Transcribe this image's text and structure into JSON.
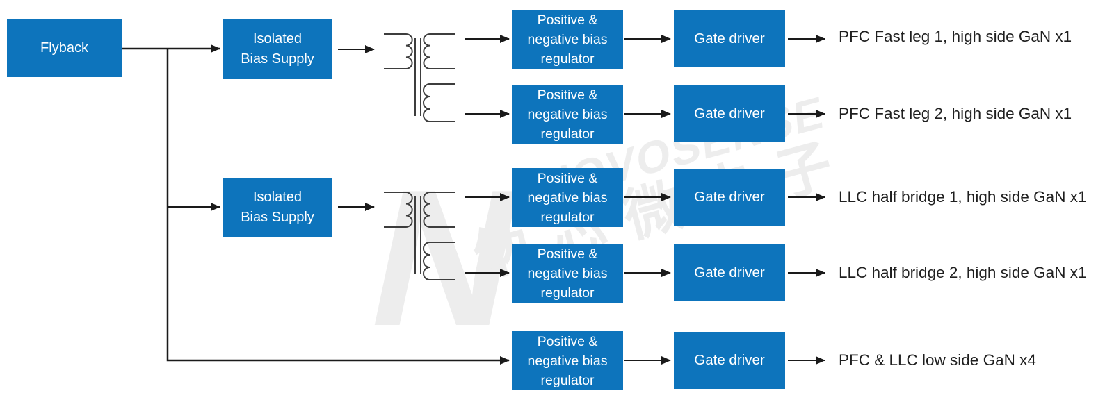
{
  "diagram": {
    "flyback": "Flyback",
    "isolated_bias_supply": {
      "line1": "Isolated",
      "line2": "Bias Supply"
    },
    "regulator": "Positive & negative bias regulator",
    "gate_driver": "Gate driver",
    "outputs": [
      "PFC Fast leg 1, high side GaN x1",
      "PFC Fast leg 2, high side GaN x1",
      "LLC half bridge 1, high side GaN x1",
      "LLC half bridge 2, high side GaN x1",
      "PFC & LLC low side GaN x4"
    ]
  },
  "watermark": {
    "brand": "NOVOSENSE",
    "brand_cn": "纳芯微电子",
    "logo_letter": "N"
  },
  "colors": {
    "block_blue": "#0D74BC",
    "block_text": "#FFFFFF",
    "connector": "#1A1A1A",
    "label_text": "#1F1F1F",
    "watermark_gray": "#EDEDED",
    "transformer_line": "#3D3D3D"
  }
}
